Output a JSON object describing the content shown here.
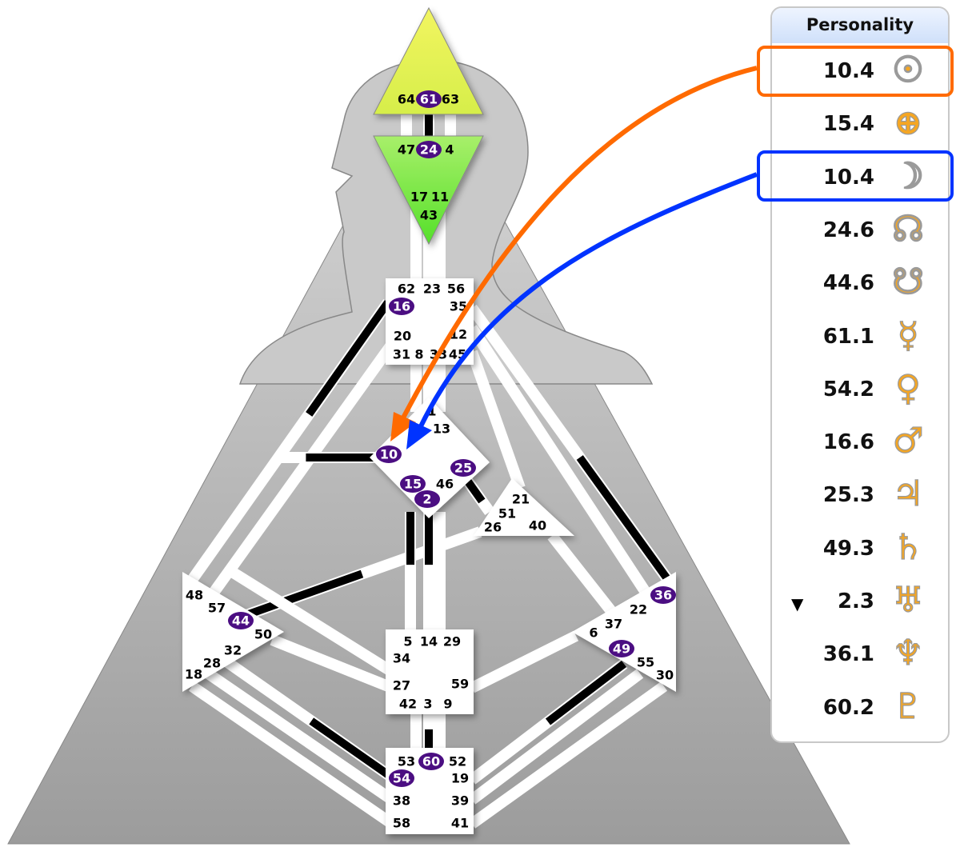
{
  "bodygraph": {
    "centers": [
      {
        "name": "head",
        "gates": [
          {
            "g": "64",
            "on": false
          },
          {
            "g": "61",
            "on": true
          },
          {
            "g": "63",
            "on": false
          }
        ]
      },
      {
        "name": "ajna",
        "gates": [
          {
            "g": "47",
            "on": false
          },
          {
            "g": "24",
            "on": true
          },
          {
            "g": "4",
            "on": false
          },
          {
            "g": "17",
            "on": false
          },
          {
            "g": "11",
            "on": false
          },
          {
            "g": "43",
            "on": false
          }
        ]
      },
      {
        "name": "throat",
        "gates": [
          {
            "g": "62",
            "on": false
          },
          {
            "g": "23",
            "on": false
          },
          {
            "g": "56",
            "on": false
          },
          {
            "g": "16",
            "on": true
          },
          {
            "g": "35",
            "on": false
          },
          {
            "g": "20",
            "on": false
          },
          {
            "g": "12",
            "on": false
          },
          {
            "g": "31",
            "on": false
          },
          {
            "g": "8",
            "on": false
          },
          {
            "g": "33",
            "on": false
          },
          {
            "g": "45",
            "on": false
          }
        ]
      },
      {
        "name": "g",
        "gates": [
          {
            "g": "1",
            "on": false
          },
          {
            "g": "13",
            "on": false
          },
          {
            "g": "10",
            "on": true
          },
          {
            "g": "25",
            "on": true
          },
          {
            "g": "15",
            "on": true
          },
          {
            "g": "46",
            "on": false
          },
          {
            "g": "2",
            "on": true
          }
        ]
      },
      {
        "name": "ego",
        "gates": [
          {
            "g": "21",
            "on": false
          },
          {
            "g": "51",
            "on": false
          },
          {
            "g": "26",
            "on": false
          },
          {
            "g": "40",
            "on": false
          }
        ]
      },
      {
        "name": "spleen",
        "gates": [
          {
            "g": "48",
            "on": false
          },
          {
            "g": "57",
            "on": false
          },
          {
            "g": "44",
            "on": true
          },
          {
            "g": "50",
            "on": false
          },
          {
            "g": "32",
            "on": false
          },
          {
            "g": "28",
            "on": false
          },
          {
            "g": "18",
            "on": false
          }
        ]
      },
      {
        "name": "solar-plexus",
        "gates": [
          {
            "g": "36",
            "on": true
          },
          {
            "g": "22",
            "on": false
          },
          {
            "g": "37",
            "on": false
          },
          {
            "g": "6",
            "on": false
          },
          {
            "g": "49",
            "on": true
          },
          {
            "g": "55",
            "on": false
          },
          {
            "g": "30",
            "on": false
          }
        ]
      },
      {
        "name": "sacral",
        "gates": [
          {
            "g": "5",
            "on": false
          },
          {
            "g": "14",
            "on": false
          },
          {
            "g": "29",
            "on": false
          },
          {
            "g": "34",
            "on": false
          },
          {
            "g": "27",
            "on": false
          },
          {
            "g": "59",
            "on": false
          },
          {
            "g": "42",
            "on": false
          },
          {
            "g": "3",
            "on": false
          },
          {
            "g": "9",
            "on": false
          }
        ]
      },
      {
        "name": "root",
        "gates": [
          {
            "g": "53",
            "on": false
          },
          {
            "g": "60",
            "on": true
          },
          {
            "g": "52",
            "on": false
          },
          {
            "g": "54",
            "on": true
          },
          {
            "g": "19",
            "on": false
          },
          {
            "g": "38",
            "on": false
          },
          {
            "g": "39",
            "on": false
          },
          {
            "g": "58",
            "on": false
          },
          {
            "g": "41",
            "on": false
          }
        ]
      }
    ]
  },
  "colors": {
    "active_gate": "#4b0e82",
    "orange_highlight": "#ff6a00",
    "blue_highlight": "#0033ff",
    "symbol": "#f5a623"
  },
  "panel": {
    "title": "Personality",
    "rows": [
      {
        "value": "10.4",
        "planet": "sun-icon",
        "symbol": "☉",
        "marker": ""
      },
      {
        "value": "15.4",
        "planet": "earth-icon",
        "symbol": "⊕",
        "marker": ""
      },
      {
        "value": "10.4",
        "planet": "moon-icon",
        "symbol": "☽",
        "marker": ""
      },
      {
        "value": "24.6",
        "planet": "north-node-icon",
        "symbol": "☊",
        "marker": ""
      },
      {
        "value": "44.6",
        "planet": "south-node-icon",
        "symbol": "☋",
        "marker": ""
      },
      {
        "value": "61.1",
        "planet": "mercury-icon",
        "symbol": "☿",
        "marker": ""
      },
      {
        "value": "54.2",
        "planet": "venus-icon",
        "symbol": "♀",
        "marker": ""
      },
      {
        "value": "16.6",
        "planet": "mars-icon",
        "symbol": "♂",
        "marker": ""
      },
      {
        "value": "25.3",
        "planet": "jupiter-icon",
        "symbol": "♃",
        "marker": ""
      },
      {
        "value": "49.3",
        "planet": "saturn-icon",
        "symbol": "♄",
        "marker": ""
      },
      {
        "value": "2.3",
        "planet": "uranus-icon",
        "symbol": "♅",
        "marker": "▼"
      },
      {
        "value": "36.1",
        "planet": "neptune-icon",
        "symbol": "♆",
        "marker": ""
      },
      {
        "value": "60.2",
        "planet": "pluto-icon",
        "symbol": "♇",
        "marker": ""
      }
    ]
  }
}
